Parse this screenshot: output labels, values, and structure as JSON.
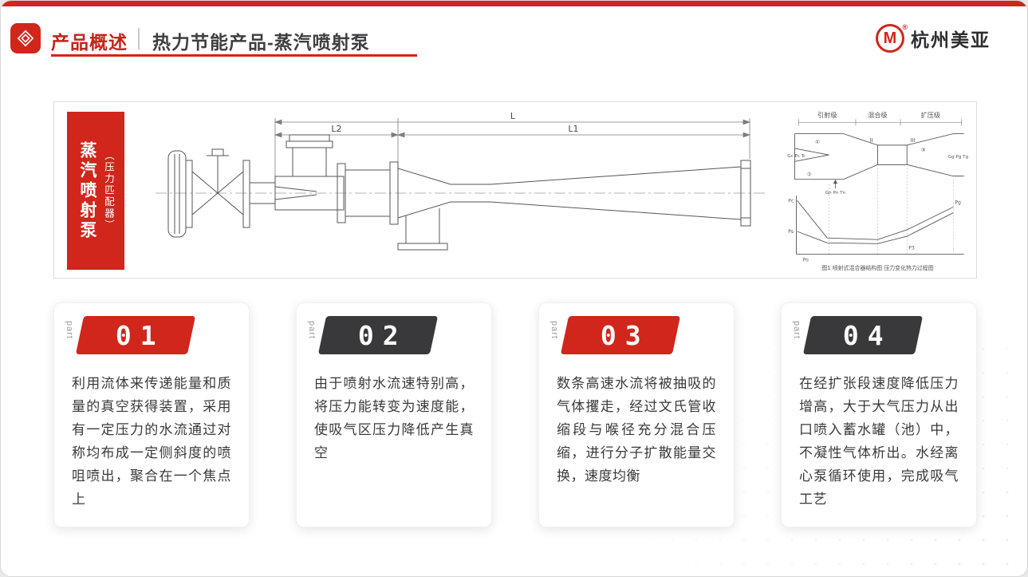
{
  "colors": {
    "accent_red": "#d0261c",
    "accent_dark": "#39393b"
  },
  "header": {
    "section_title": "产品概述",
    "page_title": "热力节能产品-蒸汽喷射泵",
    "brand_mark": "M",
    "brand_reg": "®",
    "brand_name": "杭州美亚"
  },
  "diagram": {
    "side_label_main": "蒸汽喷射泵",
    "side_label_sub": "（压力匹配器）",
    "dims": {
      "l2": "L2",
      "l": "L",
      "l1": "L1"
    },
    "mini": {
      "stage_left": "引射级",
      "stage_mid": "混合级",
      "stage_right": "扩压级",
      "sec2": "II",
      "sec3": "III",
      "marker1": "①",
      "marker2": "②",
      "marker3": "③",
      "inlet_label": "Gc Pc Tc",
      "outlet_label": "Gg Pg Tg",
      "suction_label": "Gn Pn Tn",
      "p_c": "Pc",
      "p_s": "Ps",
      "p_o": "Po",
      "p_3": "P3",
      "p_g": "Pg",
      "caption": "图1 喷射式混合器结构图 压力变化热力过程图"
    }
  },
  "cards": [
    {
      "tag": "part",
      "number": "01",
      "text": "利用流体来传递能量和质量的真空获得装置，采用有一定压力的水流通过对称均布成一定侧斜度的喷咀喷出，聚合在一个焦点上"
    },
    {
      "tag": "part",
      "number": "02",
      "text": "由于喷射水流速特别高，将压力能转变为速度能，使吸气区压力降低产生真空"
    },
    {
      "tag": "part",
      "number": "03",
      "text": "数条高速水流将被抽吸的气体攫走，经过文氏管收缩段与喉径充分混合压缩，进行分子扩散能量交换，速度均衡"
    },
    {
      "tag": "part",
      "number": "04",
      "text": "在经扩张段速度降低压力增高，大于大气压力从出口喷入蓄水罐（池）中，不凝性气体析出。水经离心泵循环使用，完成吸气工艺"
    }
  ]
}
